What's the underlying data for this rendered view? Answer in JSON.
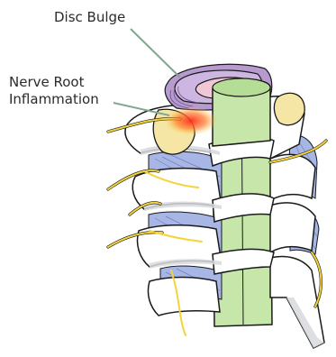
{
  "labels": {
    "disc_bulge": "Disc Bulge",
    "nerve_root_line1": "Nerve Root",
    "nerve_root_line2": "Inflammation"
  },
  "colors": {
    "bone": "#ffffff",
    "bone_shadow": "#d7d9de",
    "disc": "#a7b6e4",
    "disc_bulge": "#b79ad0",
    "disc_inner": "#f0c7d6",
    "spinal_cord": "#c6e7a9",
    "nerve": "#f4d43a",
    "inflammation": "#f25c2a",
    "leader_line": "#7fa892",
    "outline": "#1a1a1a"
  }
}
